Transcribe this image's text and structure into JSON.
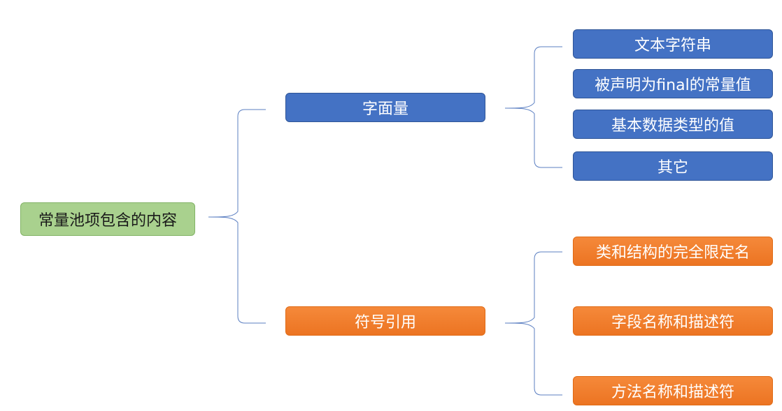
{
  "root": {
    "label": "常量池项包含的内容"
  },
  "branches": [
    {
      "label": "字面量",
      "children": [
        "文本字符串",
        "被声明为final的常量值",
        "基本数据类型的值",
        "其它"
      ]
    },
    {
      "label": "符号引用",
      "children": [
        "类和结构的完全限定名",
        "字段名称和描述符",
        "方法名称和描述符"
      ]
    }
  ],
  "colors": {
    "root": "#a9d18e",
    "literal": "#4472c4",
    "symbolic": "#ed7d31",
    "connector": "#5b7fc2"
  }
}
